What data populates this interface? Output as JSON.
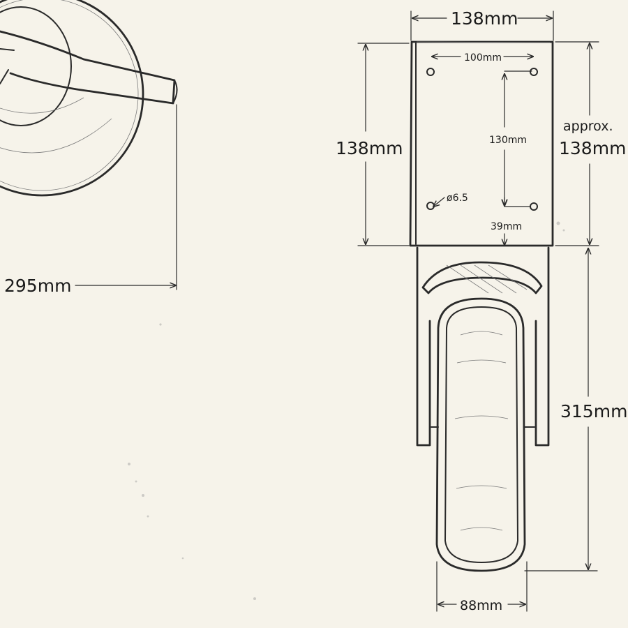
{
  "drawing": {
    "colors": {
      "paper": "#f6f3ea",
      "ink": "#2a2a2a"
    },
    "left_view": {
      "width_label": "295mm"
    },
    "plate": {
      "width_label": "138mm",
      "height_label": "138mm",
      "hole_spacing_x_label": "100mm",
      "hole_spacing_y_label": "130mm",
      "hole_diameter_label": "ø6.5",
      "hole_offset_label": "39mm"
    },
    "side_note": {
      "approx_label": "approx.",
      "approx_value": "138mm"
    },
    "wheel": {
      "height_label": "315mm",
      "width_label": "88mm"
    }
  }
}
